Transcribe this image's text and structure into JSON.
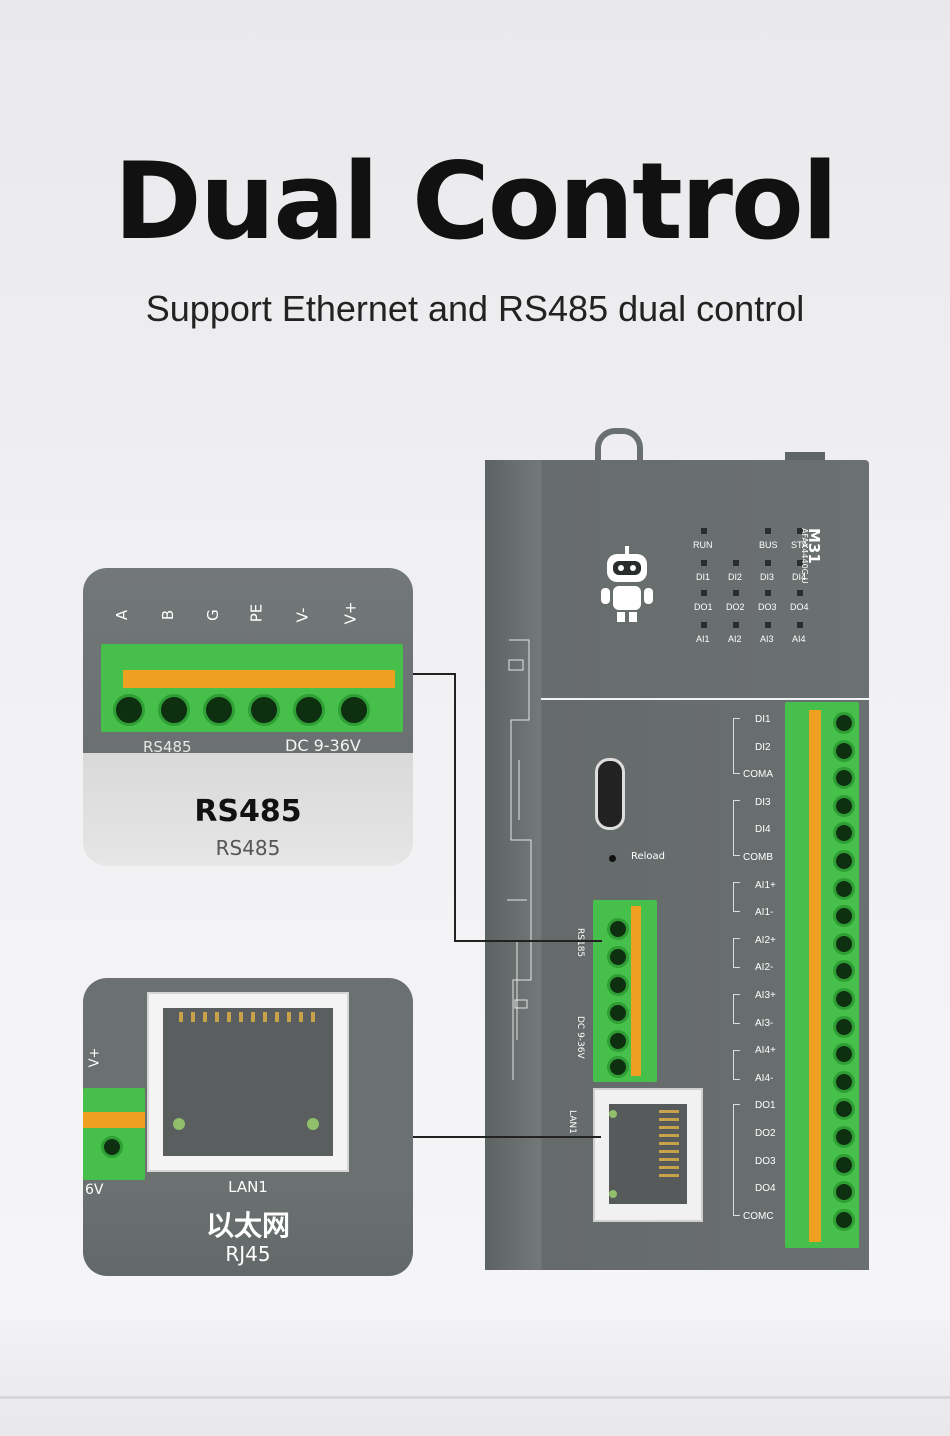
{
  "header": {
    "title": "Dual Control",
    "subtitle": "Support Ethernet and RS485 dual control"
  },
  "device": {
    "model": "M31",
    "model_code": "AFAX4440G-U",
    "leds": {
      "row1": [
        "RUN",
        "BUS",
        "STA"
      ],
      "row2": [
        "DI1",
        "DI2",
        "DI3",
        "DI4"
      ],
      "row3": [
        "DO1",
        "DO2",
        "DO3",
        "DO4"
      ],
      "row4": [
        "AI1",
        "AI2",
        "AI3",
        "AI4"
      ]
    },
    "reload_label": "Reload",
    "rs485_port_label": "RS185",
    "power_label": "DC 9-36V",
    "lan_port_label": "LAN1",
    "terminals": [
      "DI1",
      "DI2",
      "COMA",
      "DI3",
      "DI4",
      "COMB",
      "AI1+",
      "AI1-",
      "AI2+",
      "AI2-",
      "AI3+",
      "AI3-",
      "AI4+",
      "AI4-",
      "DO1",
      "DO2",
      "DO3",
      "DO4",
      "COMC"
    ]
  },
  "callout_rs485": {
    "pins": [
      "A",
      "B",
      "G",
      "PE",
      "V-",
      "V+"
    ],
    "port_caption": "RS485",
    "power_caption": "DC 9-36V",
    "title": "RS485",
    "subtitle": "RS485"
  },
  "callout_lan": {
    "side_pin": "V+",
    "side_caption": "6V",
    "port_caption": "LAN1",
    "title": "以太网",
    "subtitle": "RJ45"
  },
  "colors": {
    "device_body": "#6b7070",
    "terminal_green": "#46c04a",
    "terminal_orange": "#f0a020"
  }
}
